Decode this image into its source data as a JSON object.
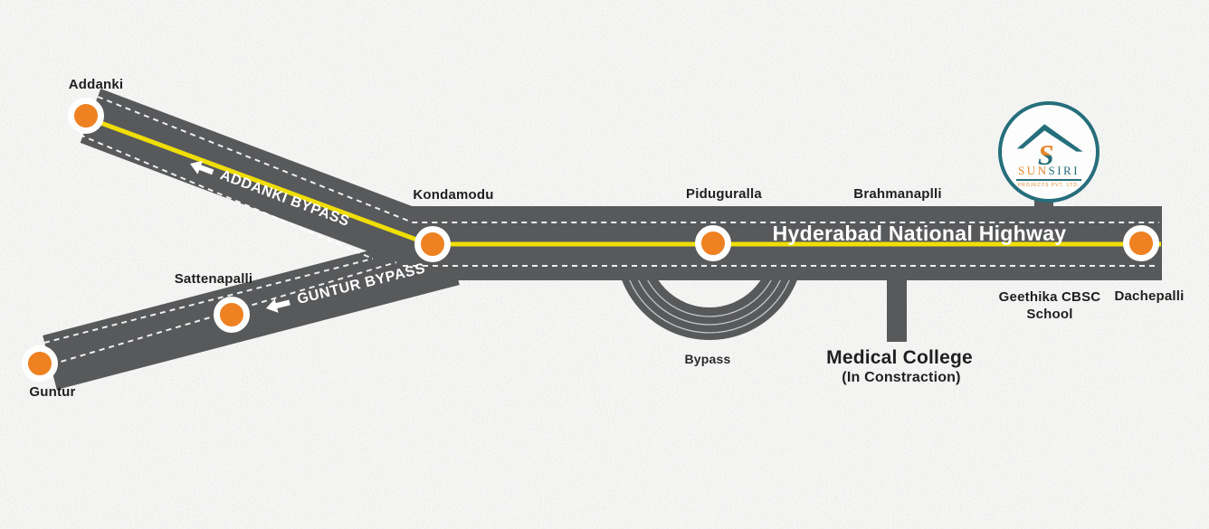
{
  "highway": {
    "label": "Hyderabad National Highway"
  },
  "stops": {
    "addanki": "Addanki",
    "guntur": "Guntur",
    "sattenapalli": "Sattenapalli",
    "kondamodu": "Kondamodu",
    "piduguralla": "Piduguralla",
    "brahmanaplli": "Brahmanaplli",
    "dachepalli": "Dachepalli"
  },
  "bypasses": {
    "addanki": "ADDANKI BYPASS",
    "guntur": "GUNTUR BYPASS",
    "loop": "Bypass"
  },
  "places": {
    "school_line1": "Geethika CBSC",
    "school_line2": "School",
    "medical": "Medical College",
    "medical_sub": "(In Constraction)"
  },
  "logo": {
    "part1": "SUN",
    "part2": "SIRI",
    "tagline": "PROJECTS PVT. LTD."
  },
  "colors": {
    "road": "#58595b",
    "lane_yellow": "#f0de08",
    "marker_orange": "#ee8122",
    "logo_teal": "#266e7b",
    "logo_orange": "#e8862b"
  }
}
